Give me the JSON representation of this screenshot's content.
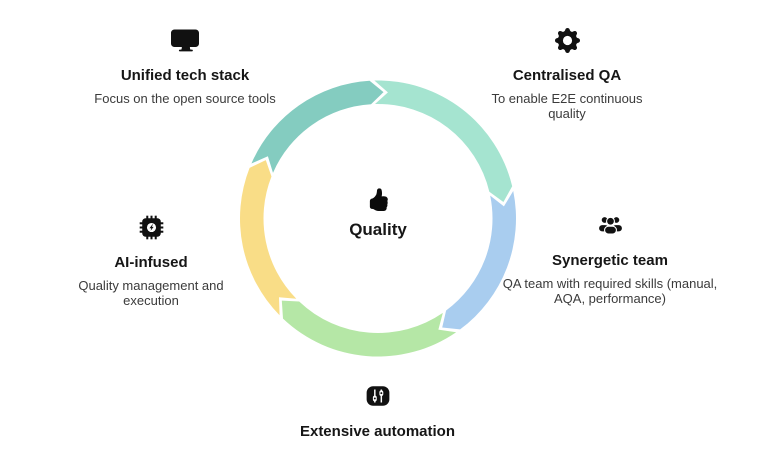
{
  "page": {
    "background": "#ffffff"
  },
  "center": {
    "icon": "thumbs-up-icon",
    "label": "Quality"
  },
  "ring": {
    "direction": "clockwise",
    "segments": [
      {
        "name": "top-left",
        "color": "#84CCC0",
        "start": 293.5,
        "end": 356.5
      },
      {
        "name": "top-right",
        "color": "#A5E4D0",
        "start": 358.5,
        "end": 436.5
      },
      {
        "name": "right",
        "color": "#A9CDEF",
        "start": 78.5,
        "end": 143.5
      },
      {
        "name": "bottom",
        "color": "#B5E7A6",
        "start": 145.5,
        "end": 223.5
      },
      {
        "name": "left",
        "color": "#F9DD87",
        "start": 225.5,
        "end": 291.5
      }
    ]
  },
  "items": [
    {
      "id": "unified-tech-stack",
      "icon": "display-icon",
      "title": "Unified tech stack",
      "description": "Focus on the open source tools"
    },
    {
      "id": "centralised-qa",
      "icon": "gear-icon",
      "title": "Centralised QA",
      "description": "To enable E2E continuous quality"
    },
    {
      "id": "ai-infused",
      "icon": "ai-chip-icon",
      "title": "AI-infused",
      "description": "Quality management and execution"
    },
    {
      "id": "synergetic-team",
      "icon": "team-icon",
      "title": "Synergetic team",
      "description": "QA team with required skills (manual, AQA, performance)"
    },
    {
      "id": "extensive-automation",
      "icon": "sliders-icon",
      "title": "Extensive automation",
      "description": ""
    }
  ]
}
